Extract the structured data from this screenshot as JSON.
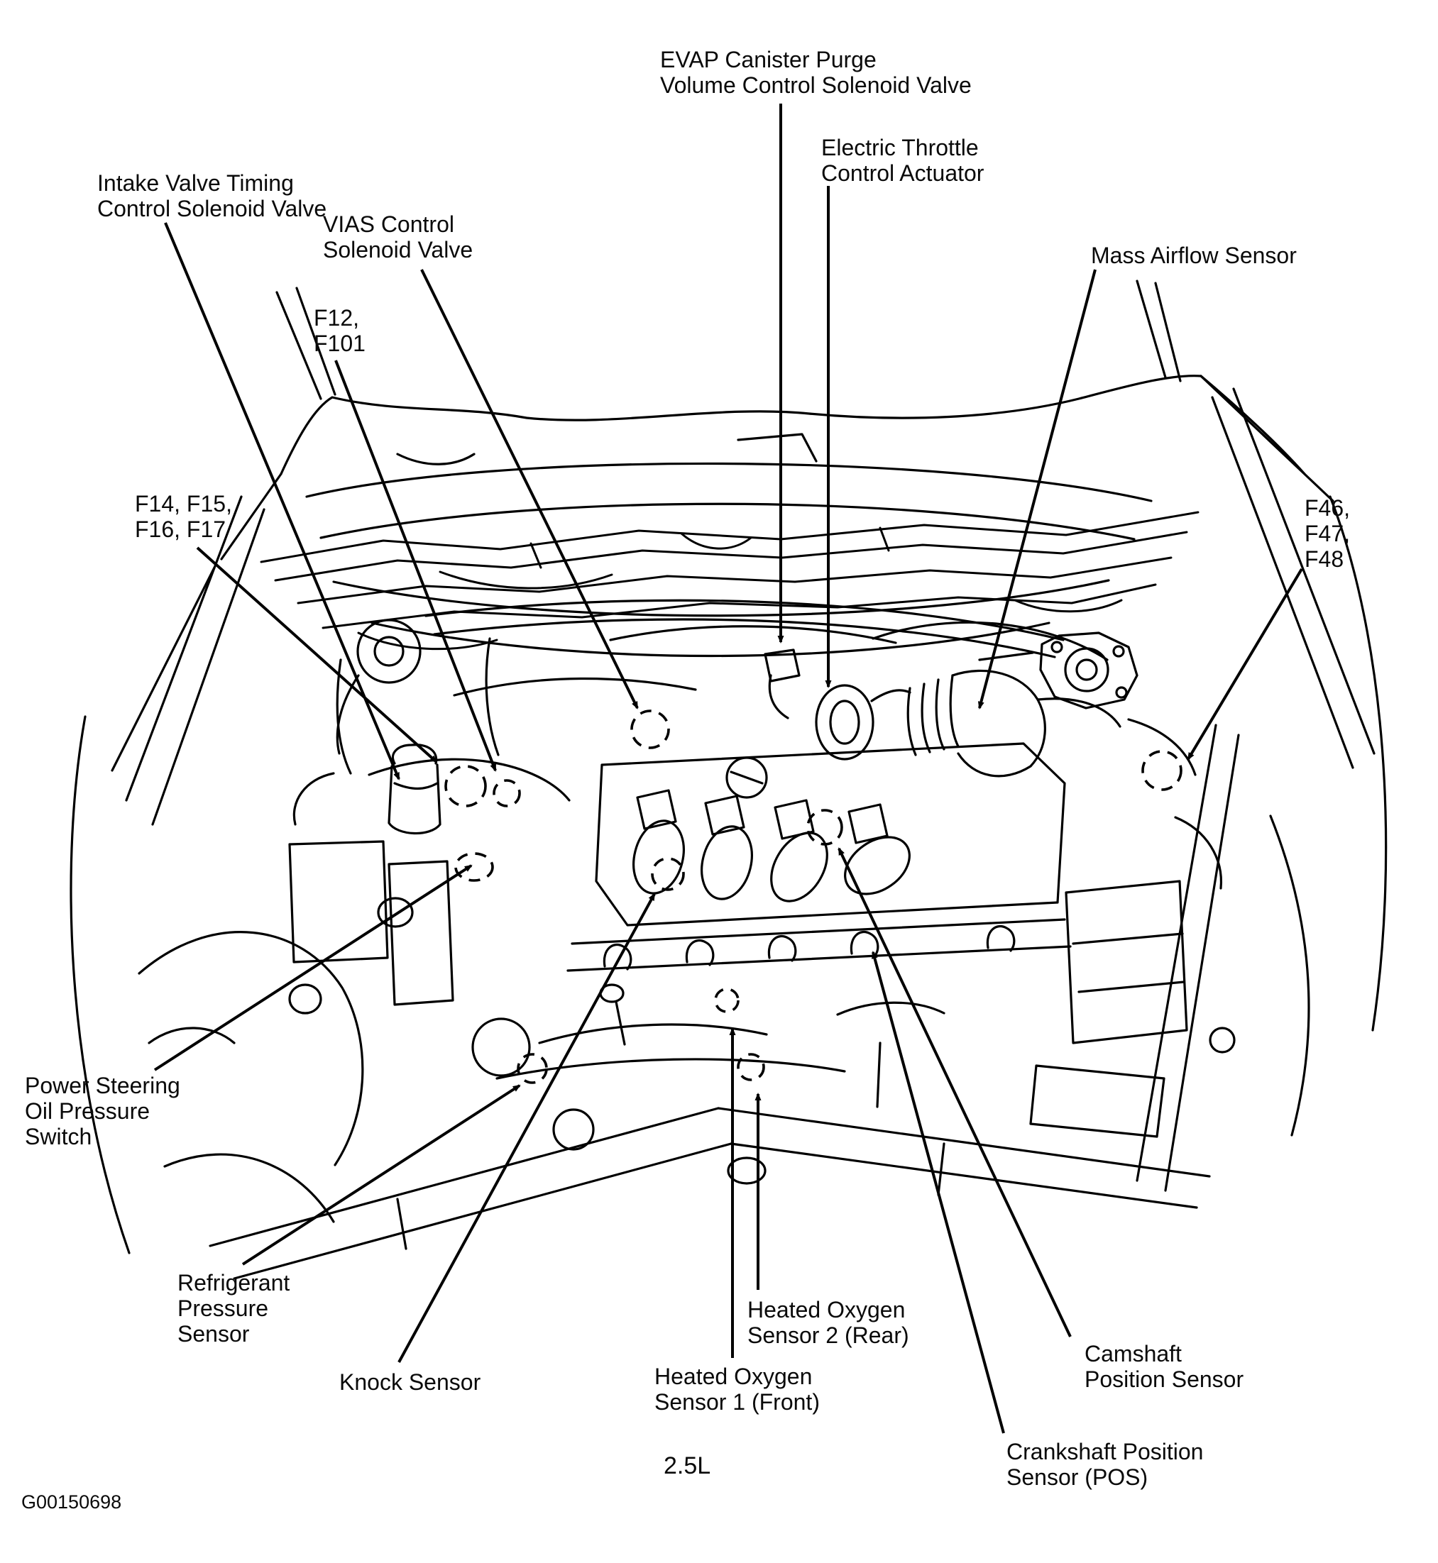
{
  "figure": {
    "engine_size": "2.5L",
    "figure_id": "G00150698"
  },
  "colors": {
    "ink": "#000000",
    "background": "#ffffff"
  },
  "labels": {
    "intake_valve_timing": {
      "lines": [
        "Intake Valve Timing",
        "Control Solenoid Valve"
      ]
    },
    "vias": {
      "lines": [
        "VIAS Control",
        "Solenoid Valve"
      ]
    },
    "f12": {
      "lines": [
        "F12,",
        "F101"
      ]
    },
    "f14": {
      "lines": [
        "F14, F15,",
        "F16, F17"
      ]
    },
    "evap": {
      "lines": [
        "EVAP Canister Purge",
        "Volume Control Solenoid Valve"
      ]
    },
    "electric_throttle": {
      "lines": [
        "Electric Throttle",
        "Control Actuator"
      ]
    },
    "mass_airflow": {
      "lines": [
        "Mass Airflow Sensor"
      ]
    },
    "f46": {
      "lines": [
        "F46,",
        "F47,",
        "F48"
      ]
    },
    "power_steering": {
      "lines": [
        "Power Steering",
        "Oil Pressure",
        "Switch"
      ]
    },
    "refrigerant": {
      "lines": [
        "Refrigerant",
        "Pressure",
        "Sensor"
      ]
    },
    "knock": {
      "lines": [
        "Knock Sensor"
      ]
    },
    "ho2s2": {
      "lines": [
        "Heated Oxygen",
        "Sensor 2 (Rear)"
      ]
    },
    "ho2s1": {
      "lines": [
        "Heated Oxygen",
        "Sensor 1 (Front)"
      ]
    },
    "camshaft": {
      "lines": [
        "Camshaft",
        "Position Sensor"
      ]
    },
    "crankshaft": {
      "lines": [
        "Crankshaft Position",
        "Sensor (POS)"
      ]
    }
  }
}
